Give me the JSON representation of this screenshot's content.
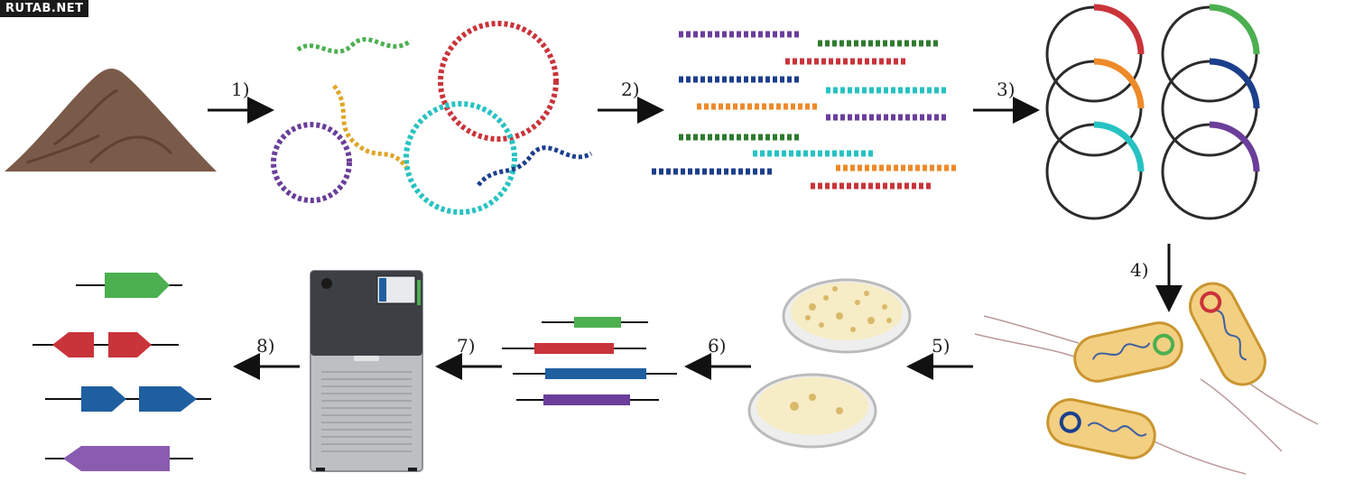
{
  "watermark": "RUTAB.NET",
  "steps": [
    "1)",
    "2)",
    "3)",
    "4)",
    "5)",
    "6)",
    "7)",
    "8)"
  ],
  "colors": {
    "soil": "#7a5a48",
    "soil_dark": "#5e4234",
    "green": "#4caf50",
    "red": "#c9343a",
    "orange": "#ee8a2a",
    "teal": "#27c2c2",
    "navy": "#1c3f8c",
    "purple": "#6a3e9a",
    "gold": "#e0a525",
    "blue": "#1f5fa0",
    "violet": "#8a5cb0",
    "circle": "#2b2b2b",
    "cell": "#f3cf82",
    "cell_edge": "#c9962f",
    "agar": "#f6ecc6",
    "colony": "#d9b96a",
    "machine_top": "#3c3f44",
    "machine_body": "#bdbfc2",
    "arrow": "#111111"
  },
  "icons": [
    "soil-pile-icon",
    "dna-strand-icon",
    "plasmid-icon",
    "bacteria-icon",
    "petri-dish-icon",
    "sequencer-icon",
    "gene-arrow-icon"
  ]
}
